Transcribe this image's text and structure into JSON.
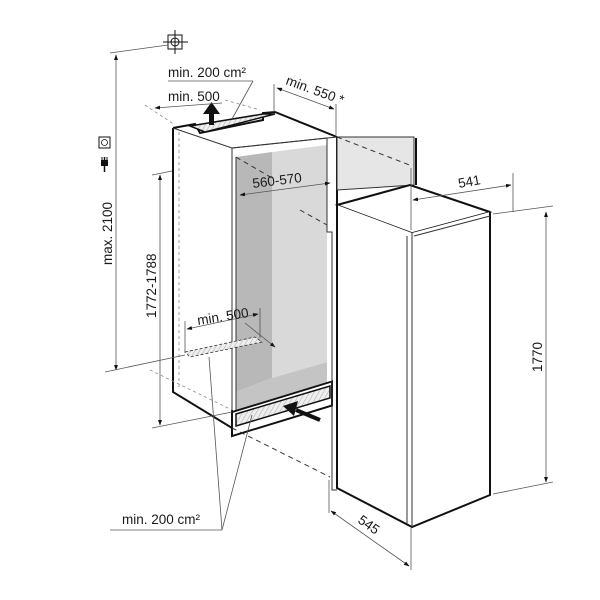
{
  "diagram": {
    "type": "built-in refrigerator installation dimensions",
    "units": "mm",
    "colors": {
      "line": "#111111",
      "dimension_line": "#555555",
      "niche_interior_dark": "#b8b8b8",
      "niche_interior_light": "#d9d9d9",
      "niche_floor": "#c4c4c4",
      "door_panel": "#e6e6e6",
      "background": "#ffffff"
    },
    "labels": {
      "top_vent_area": "min. 200 cm²",
      "top_depth": "min. 500",
      "door_clearance": "min. 550 *",
      "niche_width": "560-570",
      "appliance_width": "541",
      "max_height": "max. 2100",
      "niche_height": "1772-1788",
      "bottom_depth": "min. 500",
      "appliance_height": "1770",
      "bottom_vent_area": "min. 200 cm²",
      "appliance_depth": "545"
    },
    "icons": {
      "top": "crosshair-target-icon",
      "socket": "power-socket-icon",
      "plug": "power-plug-icon",
      "airflow_up": "airflow-up-arrow-icon",
      "airflow_in": "airflow-in-arrow-icon"
    }
  }
}
